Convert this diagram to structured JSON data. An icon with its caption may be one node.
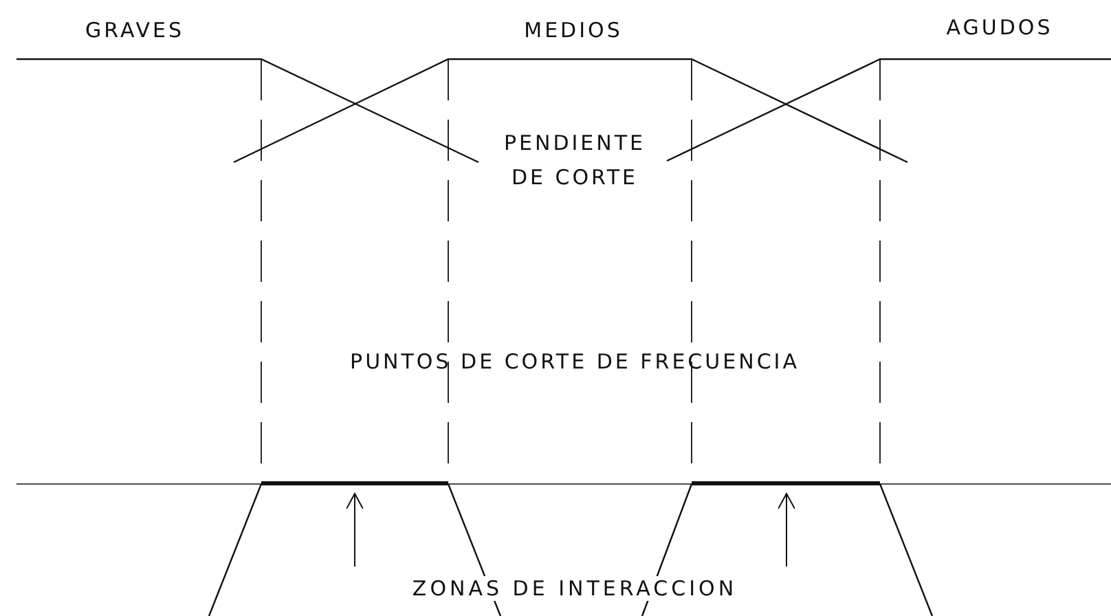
{
  "diagram": {
    "nodes": [
      {
        "text": [
          "ZONAS DE INTERACCION"
        ]
      },
      {
        "text": [],
        "shape": "bar"
      },
      {
        "text": [],
        "shape": "bar"
      }
    ],
    "edges": [
      {
        "from": 0,
        "to": 1,
        "arrow": "to"
      },
      {
        "from": 0,
        "to": 2,
        "arrow": "to"
      }
    ],
    "labels": [
      "GRAVES",
      "MEDIOS",
      "AGUDOS",
      "PENDIENTE DE CORTE",
      "PUNTOS DE CORTE DE FRECUENCIA"
    ]
  }
}
